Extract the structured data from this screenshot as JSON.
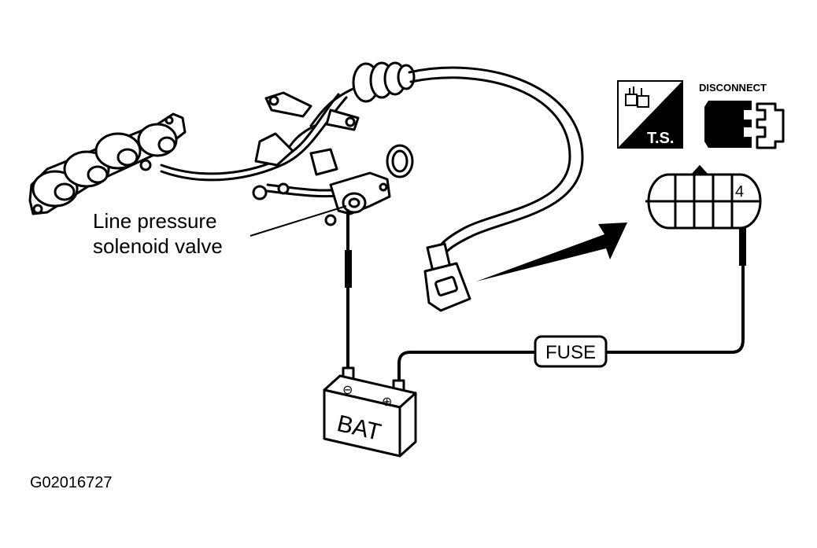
{
  "diagram": {
    "callout_label_line1": "Line pressure",
    "callout_label_line2": "solenoid valve",
    "figure_id": "G02016727",
    "fuse_label": "FUSE",
    "battery_label": "BAT",
    "battery_negative": "⊖",
    "battery_positive": "⊕",
    "connector_pin": "4",
    "ts_badge_text": "T.S.",
    "disconnect_label": "DISCONNECT"
  }
}
